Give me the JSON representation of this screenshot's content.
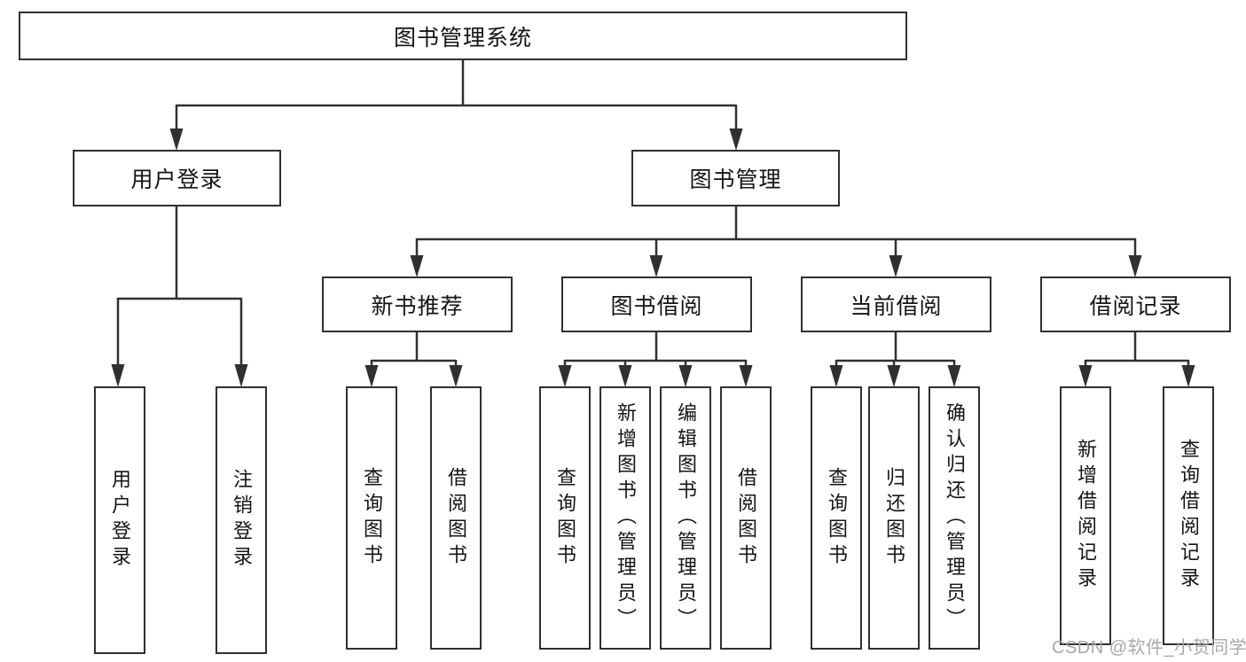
{
  "nodes": {
    "root": "图书管理系统",
    "user_login": "用户登录",
    "book_mgmt": "图书管理",
    "new_book_rec": "新书推荐",
    "book_borrow": "图书借阅",
    "current_borrow": "当前借阅",
    "borrow_record": "借阅记录",
    "leaf_user_login": "用户登录",
    "leaf_logout": "注销登录",
    "leaf_nbr_query_book": "查询图书",
    "leaf_nbr_borrow_book": "借阅图书",
    "leaf_bb_query_book": "查询图书",
    "leaf_bb_add_book": "新增图书（管理员）",
    "leaf_bb_edit_book": "编辑图书（管理员）",
    "leaf_bb_borrow_book": "借阅图书",
    "leaf_cb_query_book": "查询图书",
    "leaf_cb_return_book": "归还图书",
    "leaf_cb_confirm_return": "确认归还（管理员）",
    "leaf_br_add_record": "新增借阅记录",
    "leaf_br_query_record": "查询借阅记录"
  },
  "hierarchy": {
    "图书管理系统": {
      "用户登录": [
        "用户登录",
        "注销登录"
      ],
      "图书管理": {
        "新书推荐": [
          "查询图书",
          "借阅图书"
        ],
        "图书借阅": [
          "查询图书",
          "新增图书（管理员）",
          "编辑图书（管理员）",
          "借阅图书"
        ],
        "当前借阅": [
          "查询图书",
          "归还图书",
          "确认归还（管理员）"
        ],
        "借阅记录": [
          "新增借阅记录",
          "查询借阅记录"
        ]
      }
    }
  },
  "watermark": "CSDN @软件_小贺同学",
  "colors": {
    "line": "#303030",
    "box_background": "#ffffff",
    "text": "#141414",
    "watermark": "#a5a9ad"
  }
}
